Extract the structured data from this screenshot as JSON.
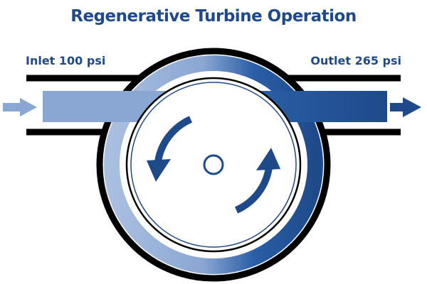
{
  "title": "Regenerative Turbine Operation",
  "inlet": {
    "label": "Inlet",
    "pressure_psi": 100,
    "pressure_text": "Inlet 100 psi"
  },
  "outlet": {
    "label": "Outlet",
    "pressure_psi": 265,
    "pressure_text": "Outlet 265 psi"
  },
  "colors": {
    "dark_blue": "#1e4a8a",
    "mid_blue": "#2a5ea6",
    "light_blue": "#8aa6d2",
    "pale_blue": "#a9bfe0",
    "outline": "#000000",
    "background": "#ffffff"
  },
  "icons": {
    "inlet_arrow": "arrow-right-icon",
    "outlet_arrow": "arrow-right-icon",
    "rotation_arrows": "rotate-clockwise-icon",
    "shaft": "circle-hub-icon"
  }
}
